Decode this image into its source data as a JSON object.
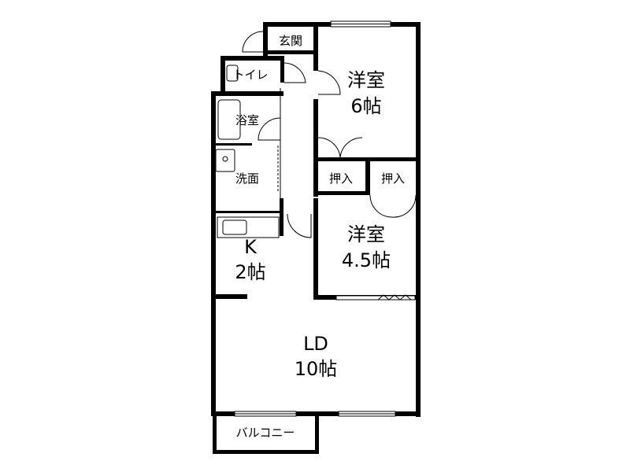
{
  "colors": {
    "wall": "#000000",
    "background": "#ffffff"
  },
  "rooms": {
    "genkan": "玄関",
    "toilet": "トイレ",
    "bath": "浴室",
    "washroom": "洗面",
    "western1_name": "洋室",
    "western1_size": "6帖",
    "closet1": "押入",
    "closet2": "押入",
    "western2_name": "洋室",
    "western2_size": "4.5帖",
    "kitchen_name": "K",
    "kitchen_size": "2帖",
    "ld_name": "LD",
    "ld_size": "10帖",
    "balcony": "バルコニー"
  }
}
